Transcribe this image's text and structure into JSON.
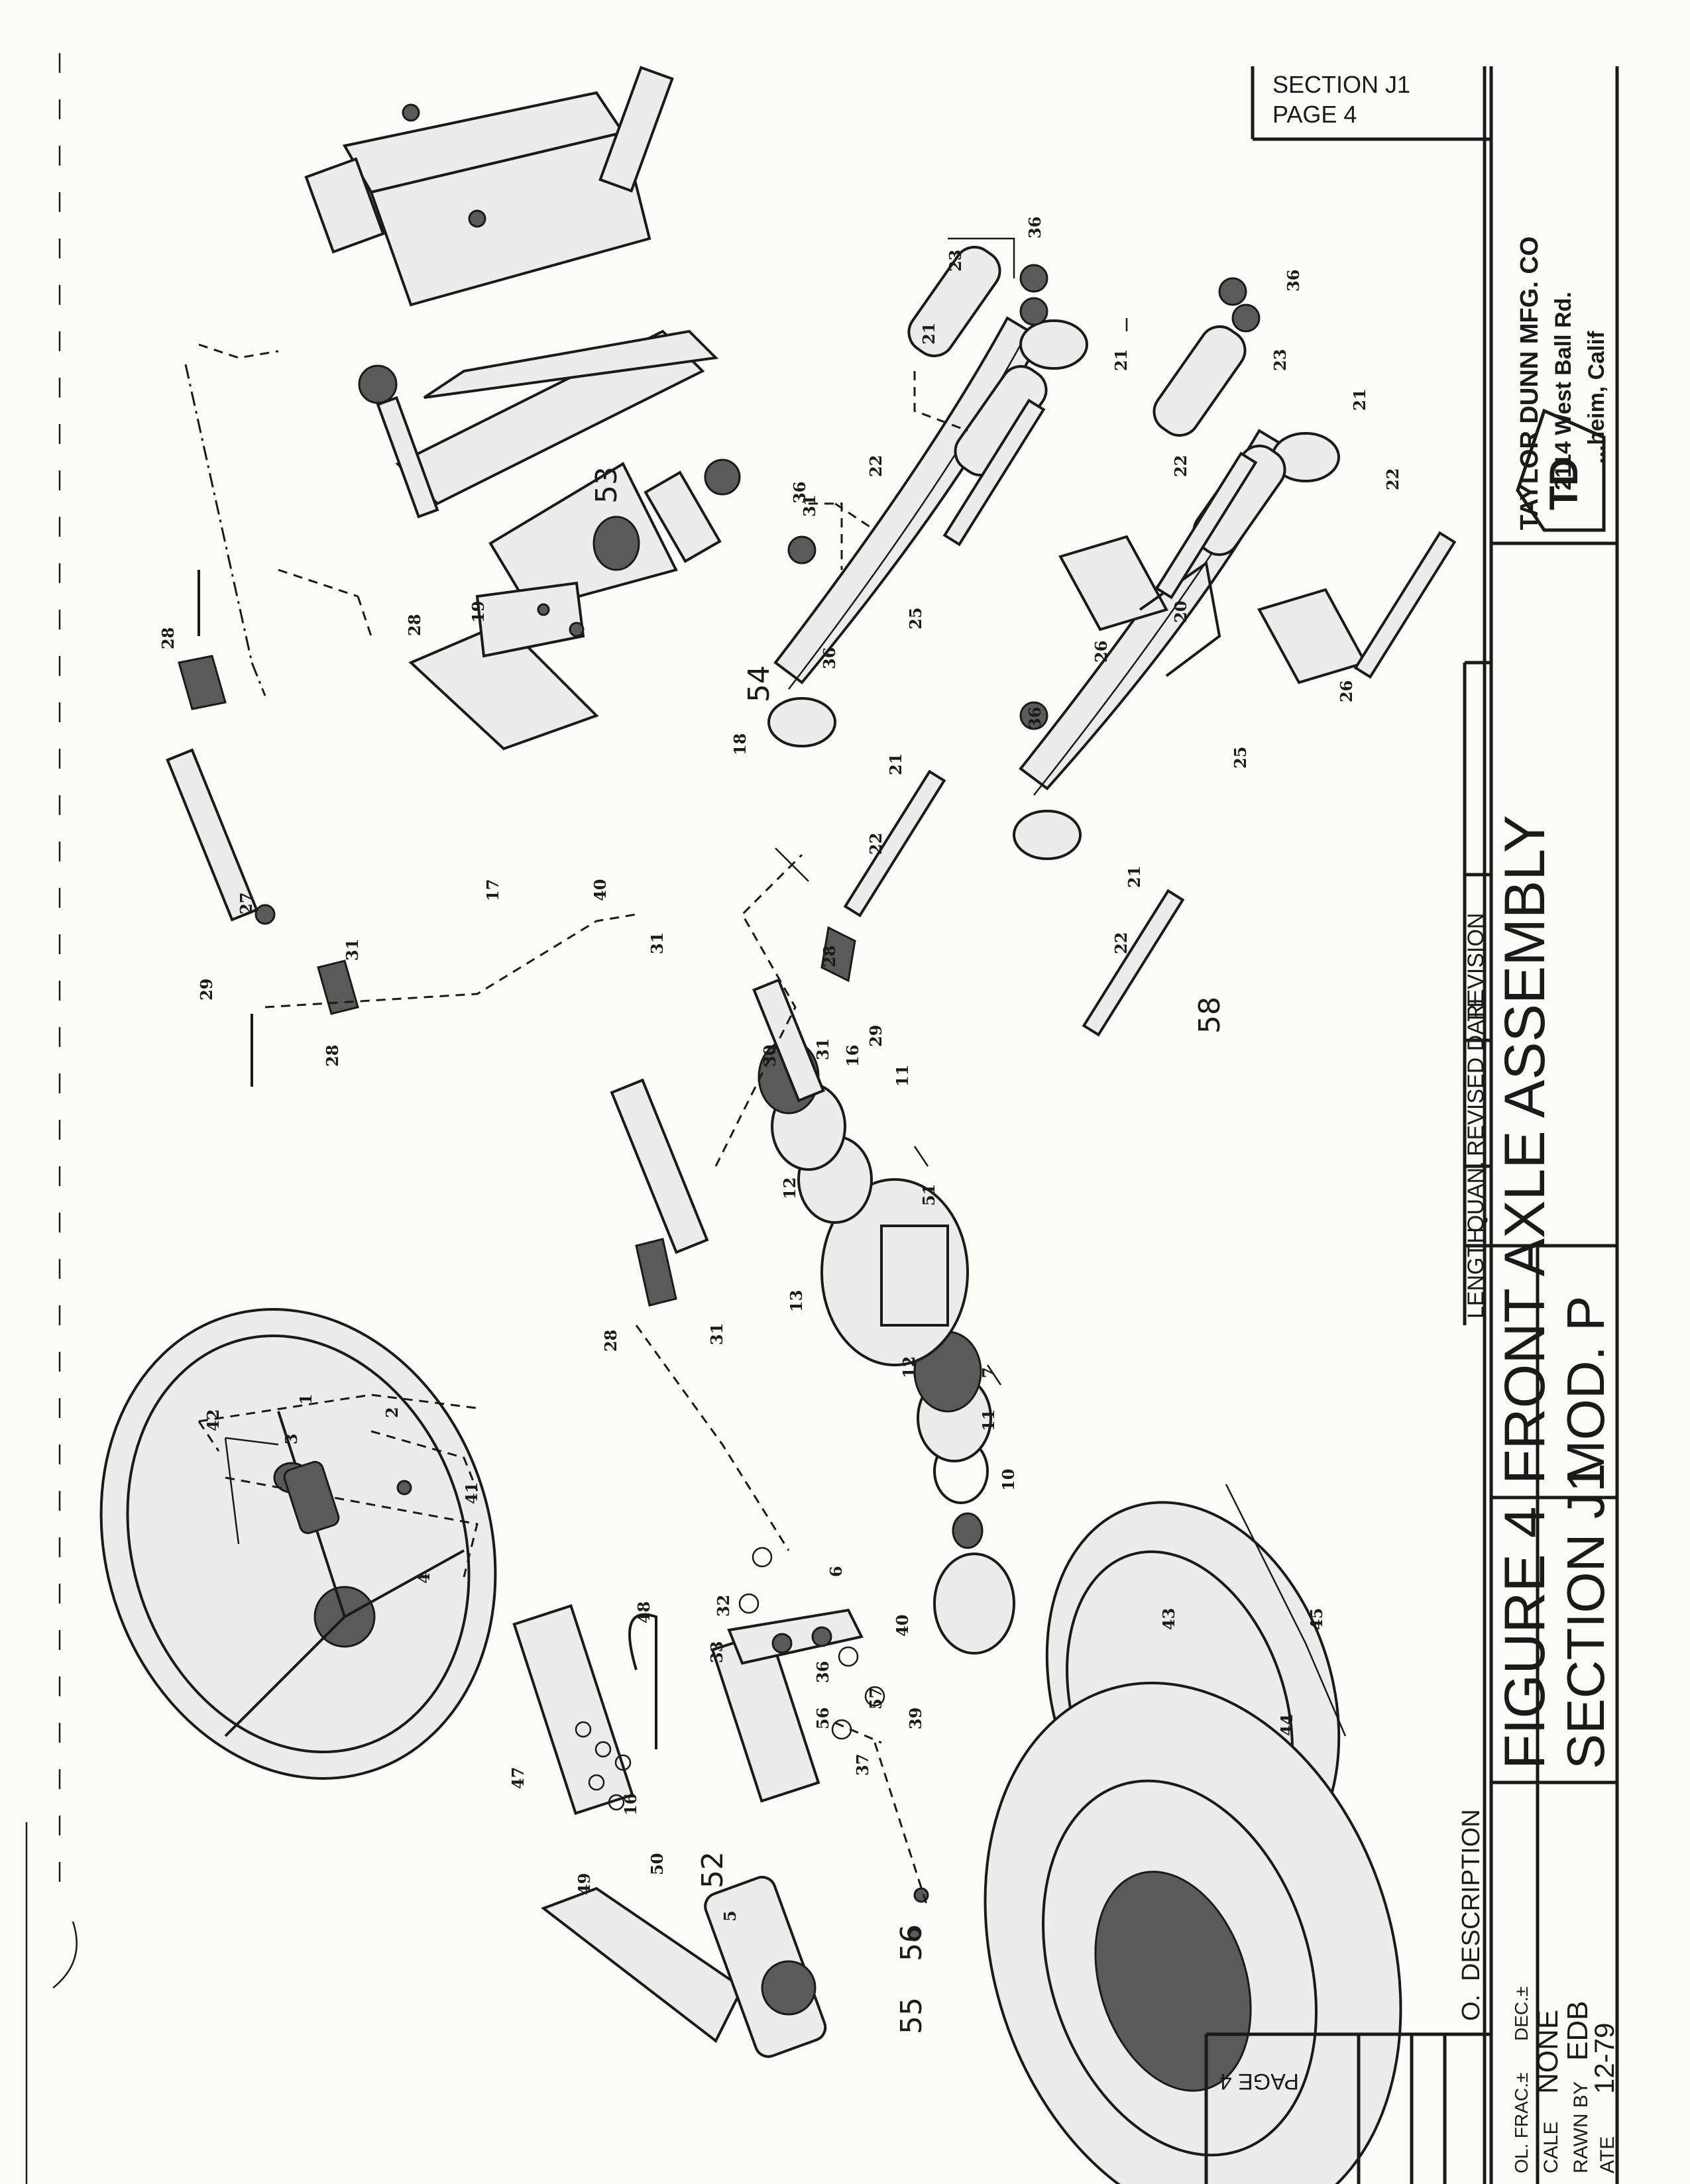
{
  "header": {
    "section": "SECTION J1",
    "page": "PAGE 4"
  },
  "title_block": {
    "company_name": "TAYLOR DUNN MFG. CO",
    "company_address": "2114 West Ball Rd.",
    "company_city": "...heim, Calif",
    "logo_text": "TD",
    "title_line1": "FRONT AXLE ASSEMBLY",
    "title_line2": "MOD. P",
    "figure_line1": "FIGURE 4",
    "figure_line2": "SECTION J1",
    "col_length": "LENGTH",
    "col_quan": "QUAN.",
    "col_revised_date": "REVISED DATE",
    "col_revision": "REVISION",
    "col_no": "O.",
    "col_description": "DESCRIPTION",
    "tol_label": "OL. FRAC.±",
    "tol_dec": "DEC.±",
    "scale_label": "CALE",
    "scale_value": "NONE",
    "drawn_label": "RAWN BY",
    "drawn_value": "EDB",
    "date_label": "ATE",
    "date_value": "12-79",
    "page_stub": "PAGE 4"
  },
  "part_labels": [
    "1",
    "2",
    "3",
    "4",
    "5",
    "6",
    "7",
    "10",
    "11",
    "11",
    "12",
    "12",
    "13",
    "16",
    "16",
    "17",
    "18",
    "19",
    "20",
    "21",
    "21",
    "21",
    "21",
    "21",
    "22",
    "22",
    "22",
    "22",
    "22",
    "23",
    "23",
    "25",
    "25",
    "26",
    "26",
    "27",
    "28",
    "28",
    "28",
    "28",
    "28",
    "29",
    "29",
    "30",
    "31",
    "31",
    "31",
    "31",
    "31",
    "32",
    "33",
    "36",
    "36",
    "36",
    "36",
    "36",
    "36",
    "37",
    "39",
    "40",
    "40",
    "41",
    "42",
    "43",
    "44",
    "45",
    "47",
    "48",
    "49",
    "50",
    "51",
    "52",
    "53",
    "54",
    "55",
    "56",
    "56",
    "57",
    "58"
  ]
}
